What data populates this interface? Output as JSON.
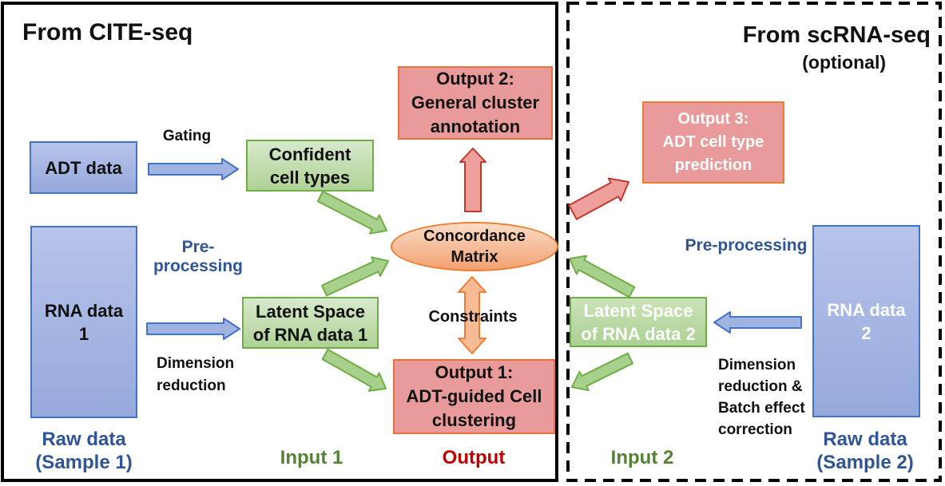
{
  "left_panel": {
    "title": "From CITE-seq",
    "boxes": {
      "adt": "ADT data",
      "rna1": "RNA data\n1",
      "confident": "Confident\ncell types",
      "latent1": "Latent Space\nof RNA data 1",
      "output2": "Output 2:\nGeneral cluster\nannotation",
      "output1": "Output 1:\nADT-guided Cell\nclustering",
      "matrix": "Concordance\nMatrix"
    },
    "labels": {
      "gating": "Gating",
      "preprocessing": "Pre-processing",
      "dimension_reduction": "Dimension\nreduction",
      "constraints": "Constraints",
      "raw_data": "Raw data\n(Sample 1)",
      "input": "Input 1",
      "output": "Output"
    }
  },
  "right_panel": {
    "title": "From scRNA-seq",
    "subtitle": "(optional)",
    "boxes": {
      "output3": "Output 3:\nADT cell type\nprediction",
      "latent2": "Latent Space\nof RNA data 2",
      "rna2": "RNA data\n2"
    },
    "labels": {
      "preprocessing": "Pre-processing",
      "dimension_reduction": "Dimension\nreduction &\nBatch effect\ncorrection",
      "input": "Input 2",
      "raw_data": "Raw data\n(Sample 2)"
    }
  },
  "colors": {
    "blue_box_fill": "#a9b9e4",
    "blue_box_border": "#4472c4",
    "green_box_fill": "#bcd8a3",
    "green_box_border": "#70ad47",
    "red_box_fill": "#e99b9b",
    "red_box_border": "#e8703a",
    "orange_ellipse_fill": "#f6bd99",
    "orange_border": "#ed7d31",
    "red_arrow_fill": "#ef9f9c",
    "red_arrow_border": "#c0392b",
    "label_blue": "#2f5597",
    "label_green": "#548235",
    "label_red": "#c00000",
    "panel_border": "#000000"
  }
}
